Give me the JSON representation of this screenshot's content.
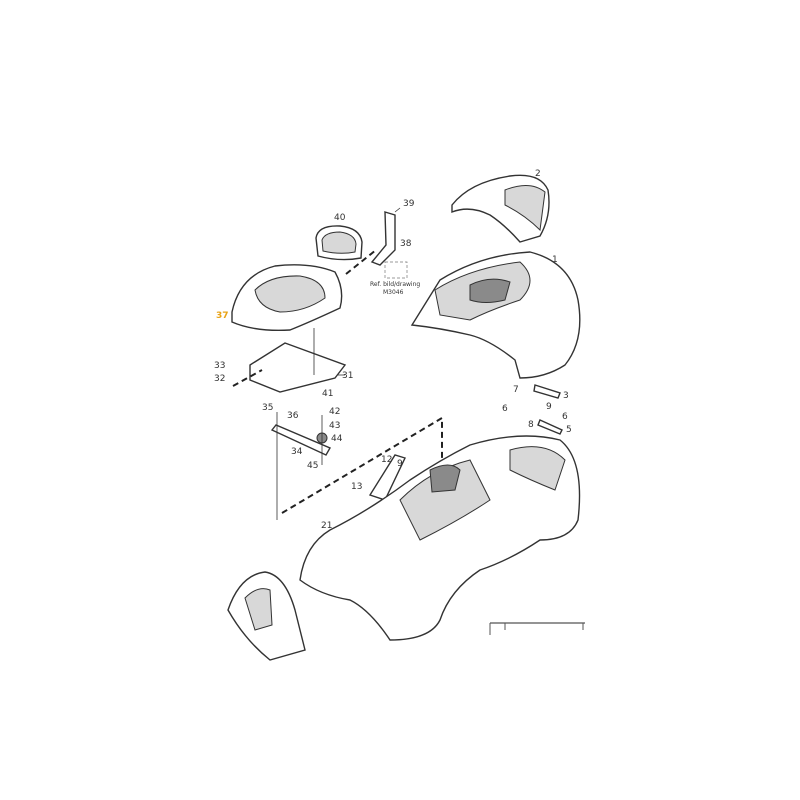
{
  "diagram": {
    "highlight_color": "#e8a317",
    "labels": {
      "p1": "1",
      "p2": "2",
      "p3": "3",
      "p5": "5",
      "p6a": "6",
      "p6b": "6",
      "p7": "7",
      "p8": "8",
      "p9a": "9",
      "p9b": "9",
      "p12": "12",
      "p13": "13",
      "p21": "21",
      "p31": "31",
      "p32": "32",
      "p33": "33",
      "p34": "34",
      "p35": "35",
      "p36": "36",
      "p37": "37",
      "p38": "38",
      "p39": "39",
      "p40": "40",
      "p41": "41",
      "p42": "42",
      "p43": "43",
      "p44": "44",
      "p45": "45"
    },
    "reference_note": {
      "line1": "Ref. bild/drawing",
      "line2": "M3046"
    }
  }
}
